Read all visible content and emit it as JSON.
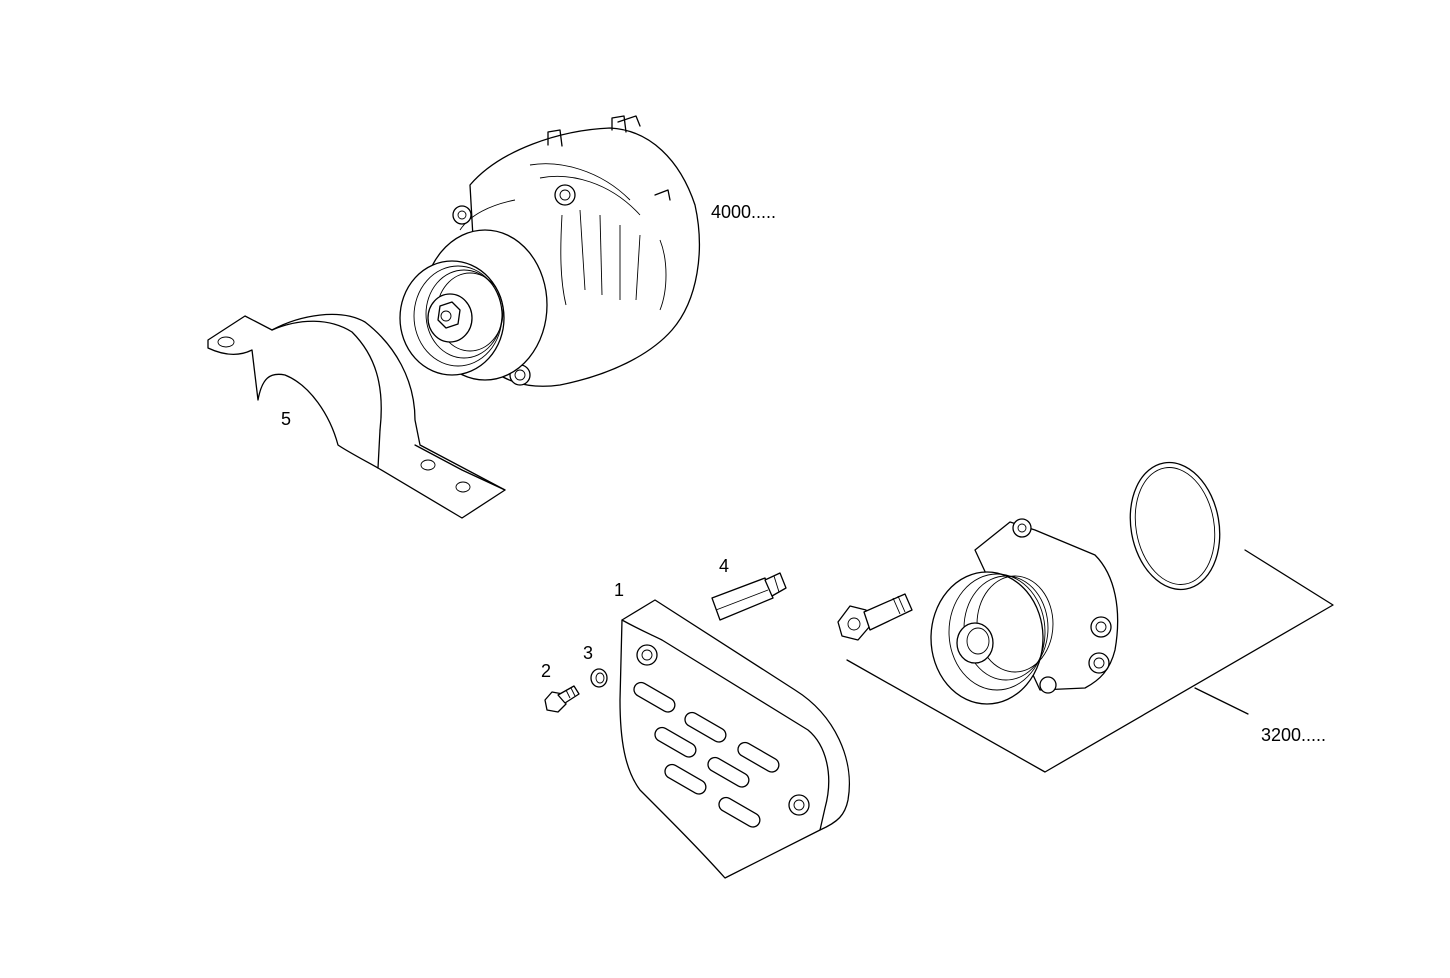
{
  "diagram": {
    "callouts": {
      "alternator": "4000.....",
      "water_pump": "3200.....",
      "guard": "5",
      "cover": "1",
      "screw": "2",
      "washer": "3",
      "stud": "4"
    }
  }
}
